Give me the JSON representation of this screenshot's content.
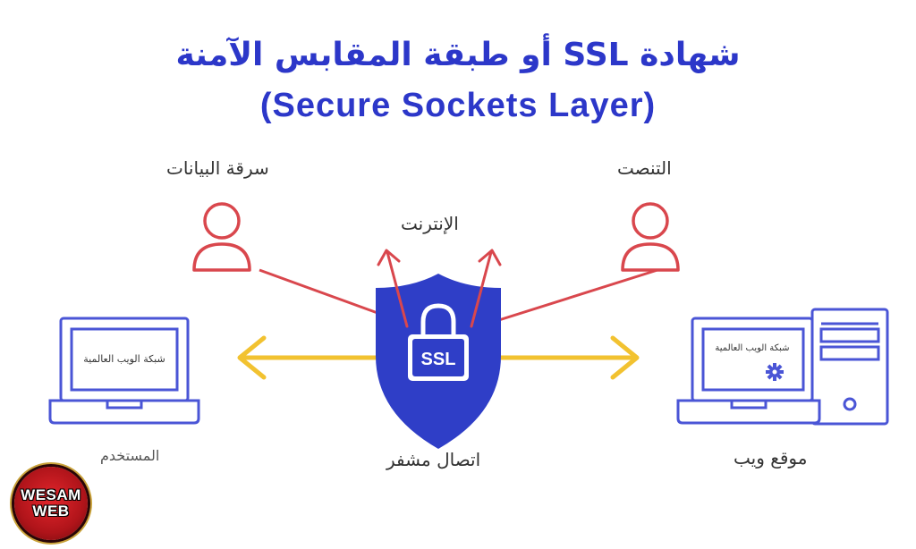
{
  "title": {
    "arabic": "شهادة SSL أو طبقة المقابس الآمنة",
    "english": "(Secure Sockets Layer)"
  },
  "labels": {
    "data_theft": "سرقة البيانات",
    "eavesdropping": "التنصت",
    "internet": "الإنترنت",
    "user": "المستخدم",
    "encrypted_connection": "اتصال مشفر",
    "website": "موقع ويب"
  },
  "screens": {
    "left": "شبكة الويب العالمية",
    "right": "شبكة الويب العالمية"
  },
  "lock_text": "SSL",
  "badge": {
    "line1": "WESAM",
    "line2": "WEB"
  },
  "colors": {
    "title": "#2c37c9",
    "device_outline": "#4a55d6",
    "shield": "#2f3ec7",
    "person": "#d9474d",
    "arrow_red": "#d9474d",
    "arrow_yellow": "#f2c230"
  }
}
